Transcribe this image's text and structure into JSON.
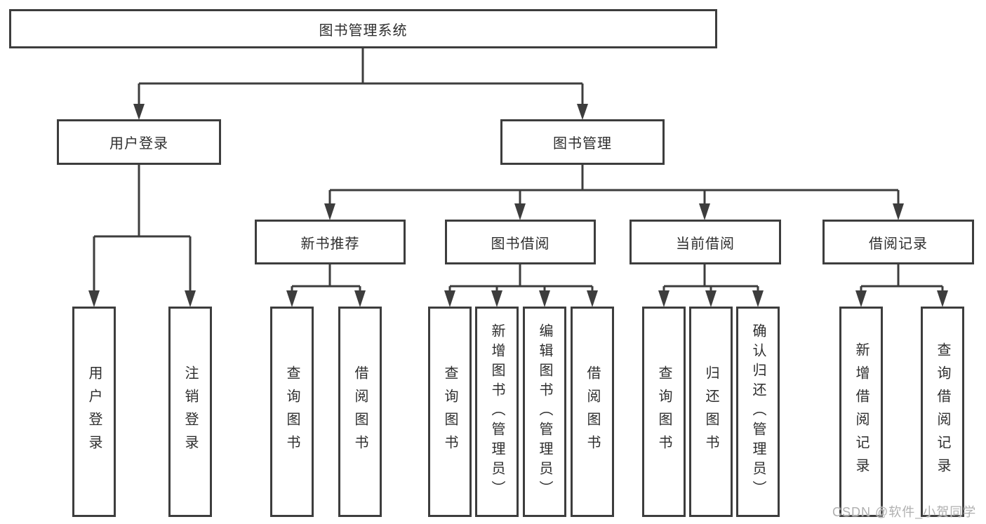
{
  "diagram": {
    "title": "图书管理系统",
    "root": "图书管理系统",
    "level2": {
      "login": "用户登录",
      "manage": "图书管理"
    },
    "modules": [
      "新书推荐",
      "图书借阅",
      "当前借阅",
      "借阅记录"
    ],
    "leaves": {
      "login": [
        "用户登录",
        "注销登录"
      ],
      "recommend": [
        "查询图书",
        "借阅图书"
      ],
      "borrow": [
        "查询图书",
        "新增图书（管理员）",
        "编辑图书（管理员）",
        "借阅图书"
      ],
      "current": [
        "查询图书",
        "归还图书",
        "确认归还（管理员）"
      ],
      "records": [
        "新增借阅记录",
        "查询借阅记录"
      ]
    }
  },
  "watermark": "CSDN @软件_小贺同学",
  "colors": {
    "line": "#3d3d3d",
    "text": "#2e2e2e",
    "watermark": "#b0b0b0",
    "background": "#ffffff"
  }
}
